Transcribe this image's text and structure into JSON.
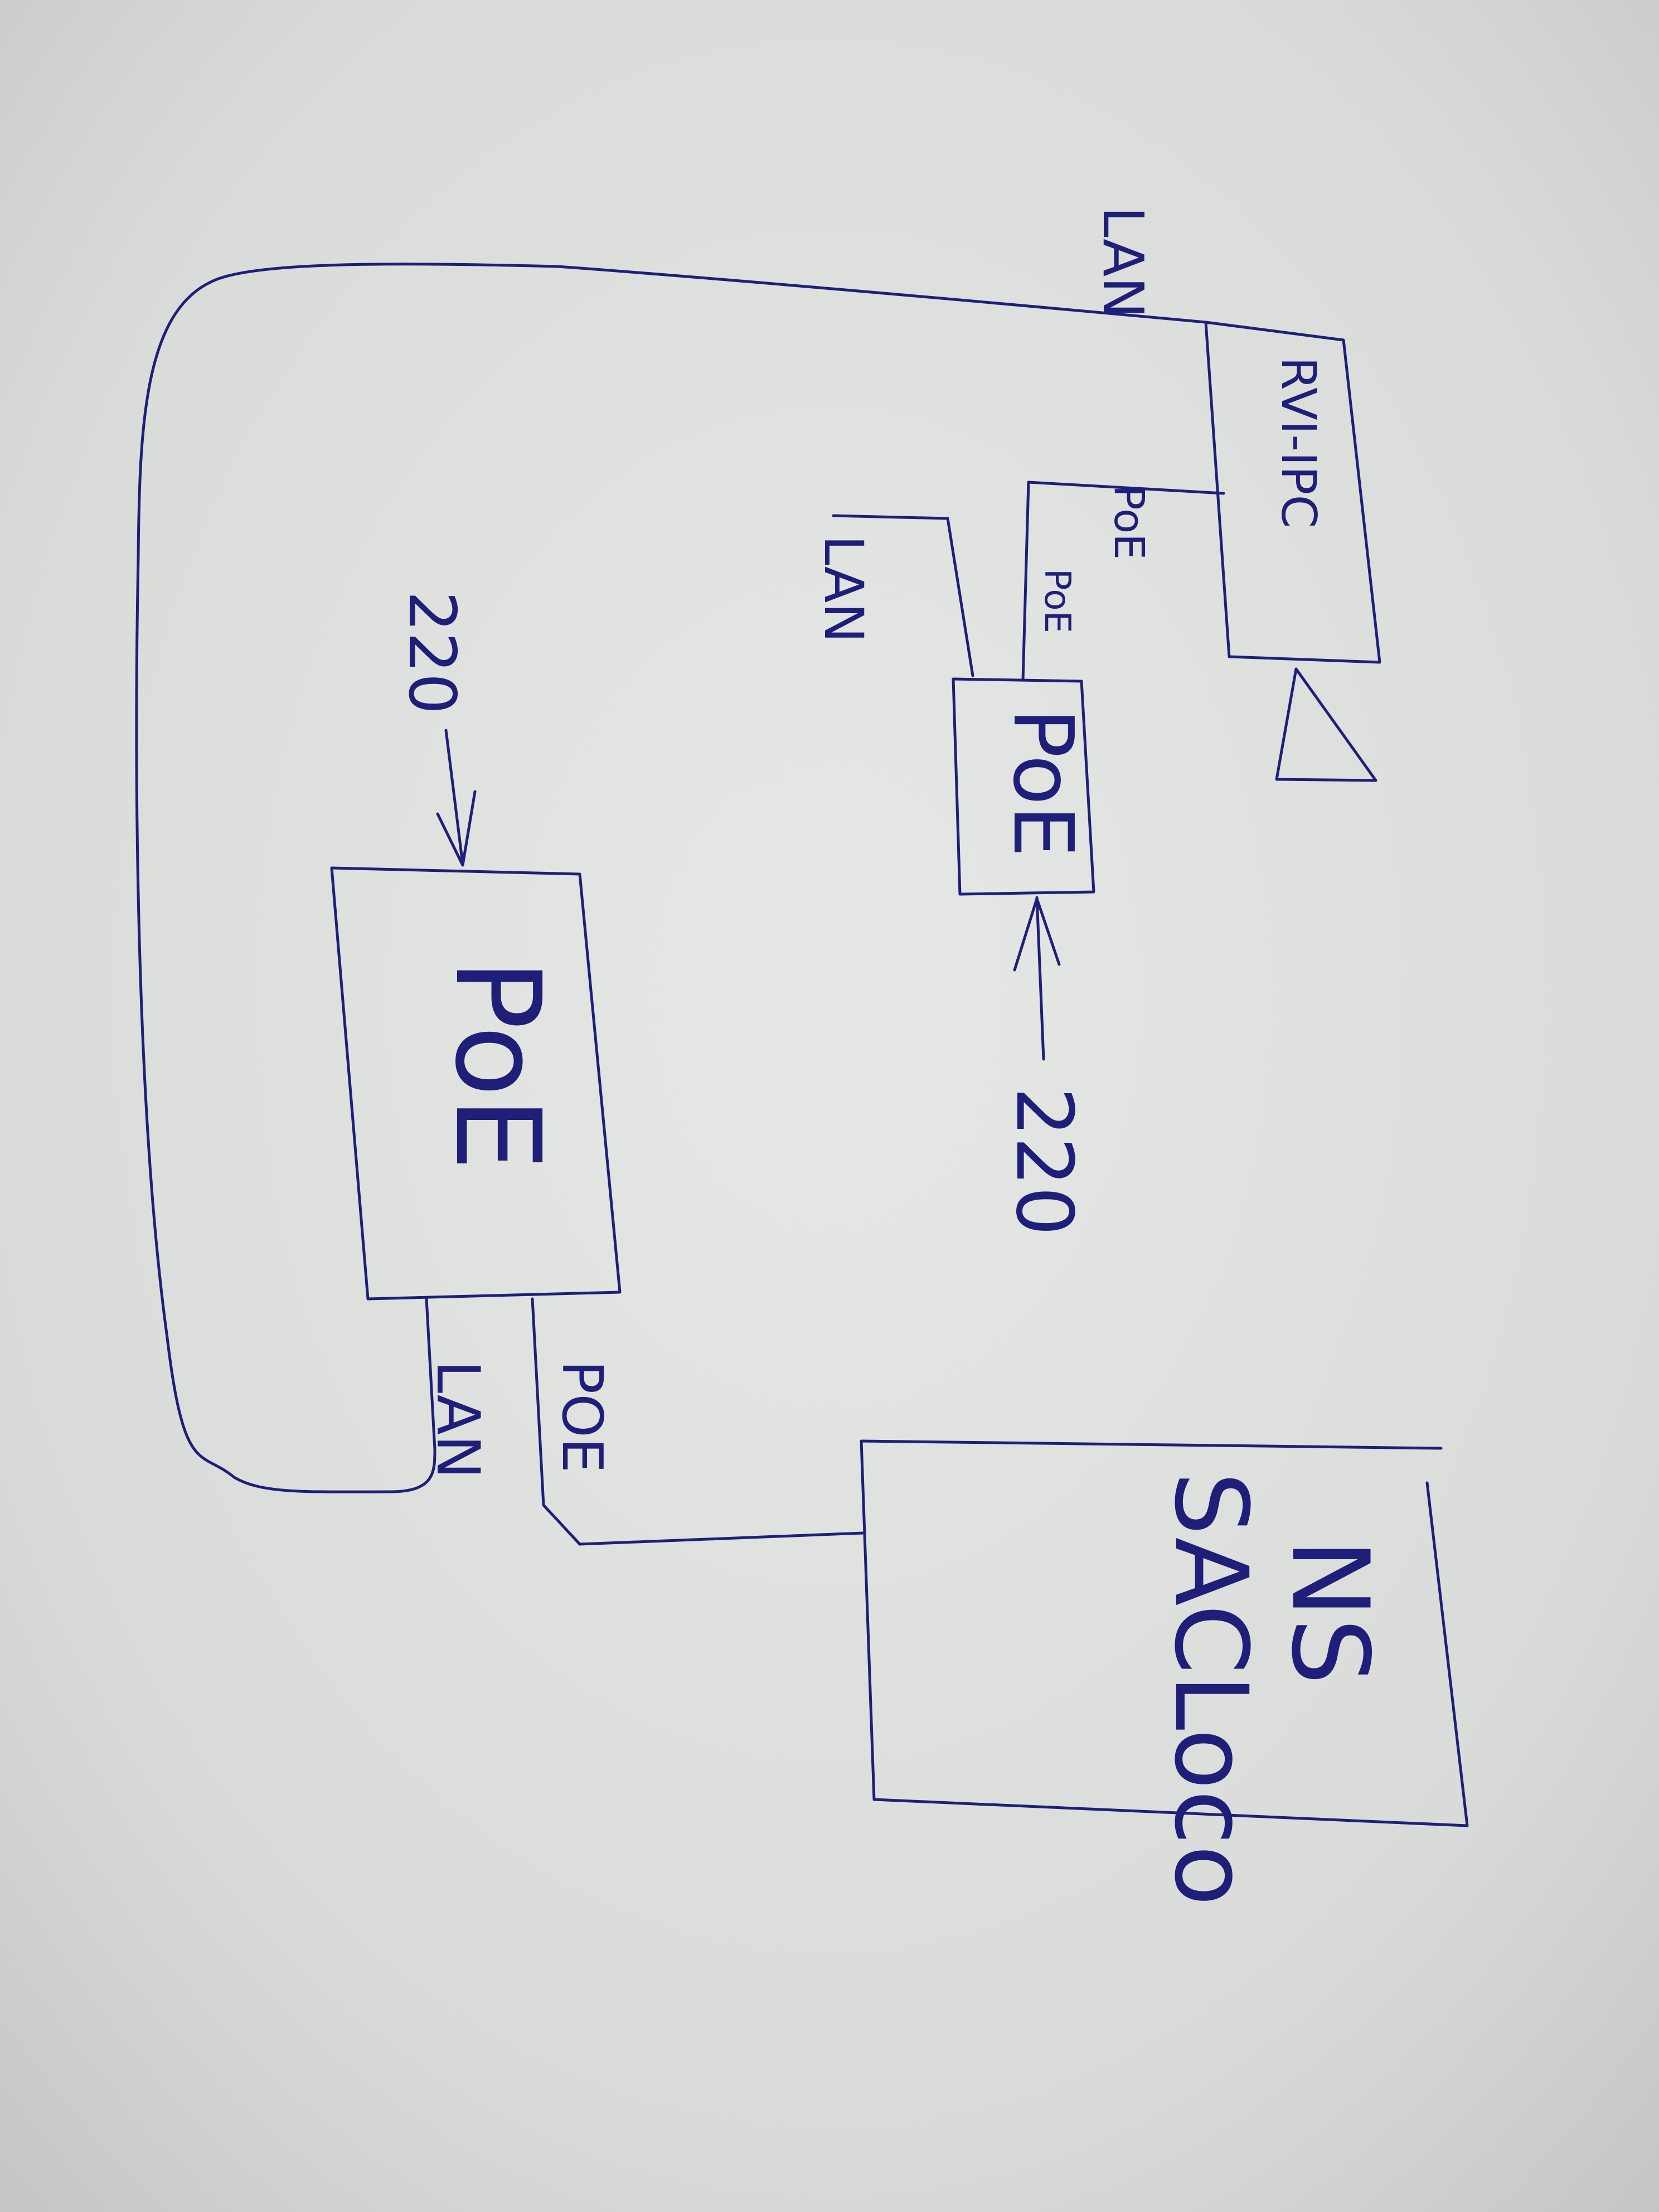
{
  "diagram": {
    "boxes": {
      "camera": {
        "label": "RVI-IPC"
      },
      "poe_small": {
        "label": "PoE"
      },
      "poe_large": {
        "label": "PoE"
      },
      "ns_sac": {
        "line1": "NS",
        "line2": "SACLoco"
      }
    },
    "labels": {
      "lan_top": "LAN",
      "poe_camera": "PoE",
      "poe_small_top": "PoE",
      "lan_small": "LAN",
      "v220_small": "220",
      "v220_large": "220",
      "lan_large": "LAN",
      "poe_large_out": "POE"
    },
    "colors": {
      "ink": "#1f1f7a",
      "paper": "#e3e5e3"
    }
  }
}
